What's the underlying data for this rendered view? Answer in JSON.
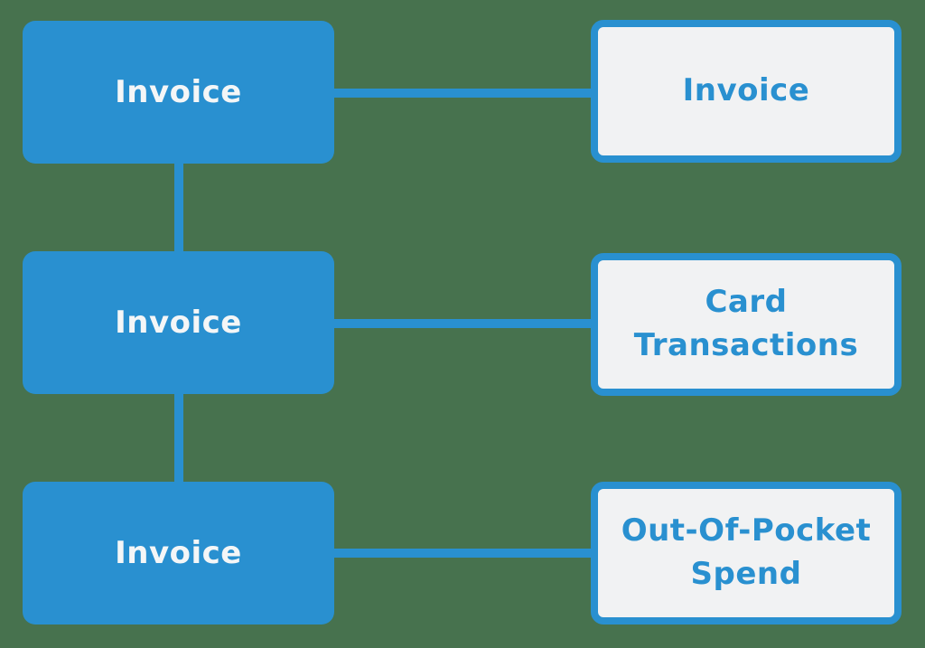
{
  "colors": {
    "background": "#47724e",
    "accent": "#2990d0",
    "panel_fill": "#f1f2f3",
    "left_label_text": "#f4f6f7"
  },
  "diagram": {
    "left_nodes": [
      {
        "label": "Invoice"
      },
      {
        "label": "Invoice"
      },
      {
        "label": "Invoice"
      }
    ],
    "right_nodes": [
      {
        "label": "Invoice"
      },
      {
        "label": "Card\nTransactions"
      },
      {
        "label": "Out-Of-Pocket\nSpend"
      }
    ]
  }
}
